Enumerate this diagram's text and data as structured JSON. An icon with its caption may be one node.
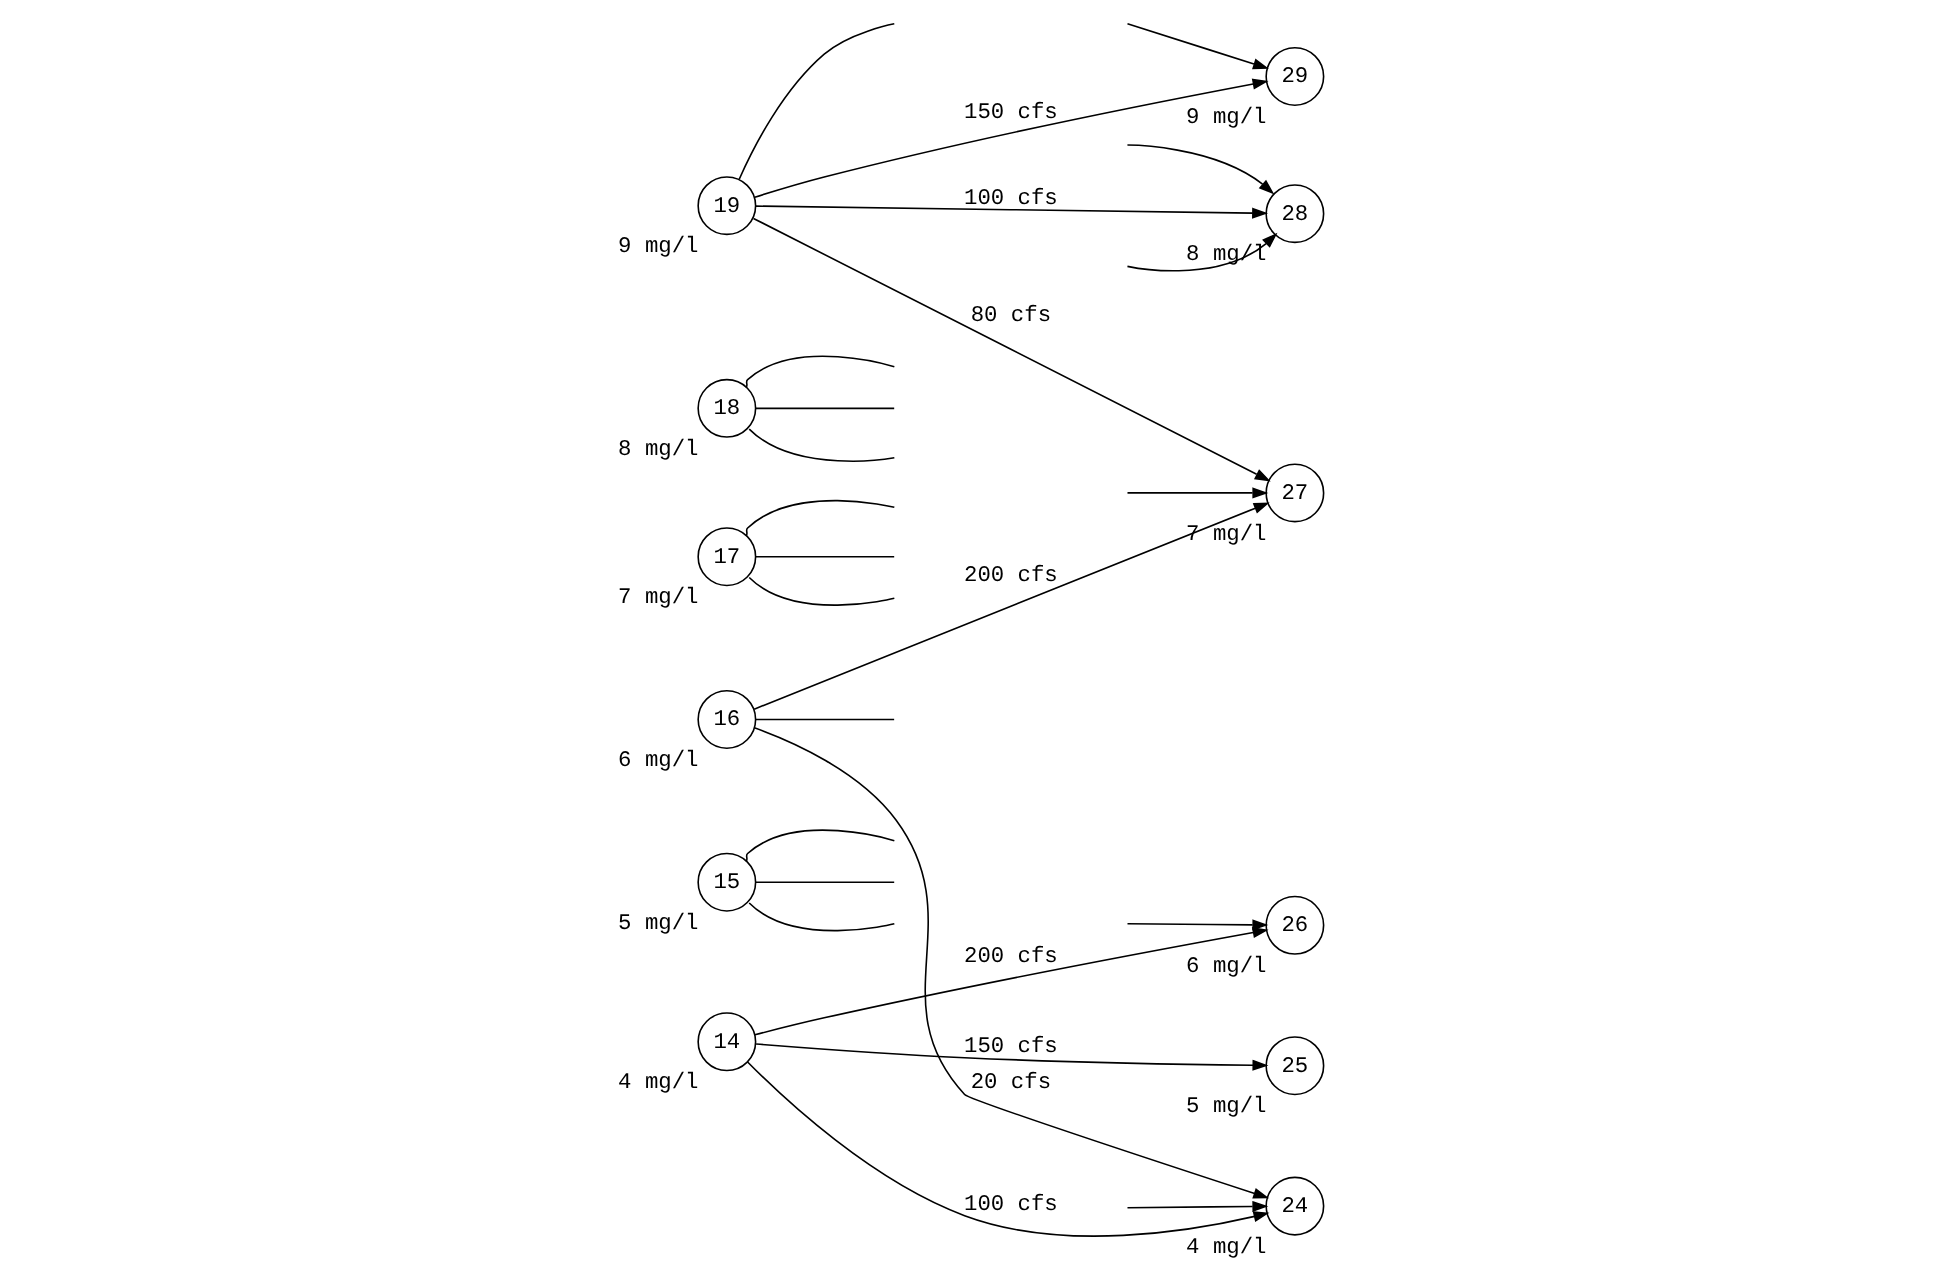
{
  "diagram": {
    "nodes": [
      {
        "text": [
          "19"
        ],
        "beside": [
          "9 mg/l"
        ]
      },
      {
        "text": [
          "18"
        ],
        "beside": [
          "8 mg/l"
        ]
      },
      {
        "text": [
          "17"
        ],
        "beside": [
          "7 mg/l"
        ]
      },
      {
        "text": [
          "16"
        ],
        "beside": [
          "6 mg/l"
        ]
      },
      {
        "text": [
          "15"
        ],
        "beside": [
          "5 mg/l"
        ]
      },
      {
        "text": [
          "14"
        ],
        "beside": [
          "4 mg/l"
        ]
      },
      {
        "text": [
          "29"
        ],
        "beside": [
          "9 mg/l"
        ]
      },
      {
        "text": [
          "28"
        ],
        "beside": [
          "8 mg/l"
        ]
      },
      {
        "text": [
          "27"
        ],
        "beside": [
          "7 mg/l"
        ]
      },
      {
        "text": [
          "26"
        ],
        "beside": [
          "6 mg/l"
        ]
      },
      {
        "text": [
          "25"
        ],
        "beside": [
          "5 mg/l"
        ]
      },
      {
        "text": [
          "24"
        ],
        "beside": [
          "4 mg/l"
        ]
      }
    ],
    "edges": [
      {
        "from": 0,
        "to": 6,
        "arrow": "to",
        "label": "150 cfs"
      },
      {
        "from": 0,
        "to": 7,
        "arrow": "to",
        "label": "100 cfs"
      },
      {
        "from": 0,
        "to": 8,
        "arrow": "to",
        "label": "80 cfs"
      },
      {
        "from": 0,
        "to": null,
        "arrow": "none"
      },
      {
        "from": 1,
        "to": null,
        "arrow": "none"
      },
      {
        "from": 1,
        "to": null,
        "arrow": "none"
      },
      {
        "from": 1,
        "to": null,
        "arrow": "none"
      },
      {
        "from": 2,
        "to": null,
        "arrow": "none"
      },
      {
        "from": 2,
        "to": null,
        "arrow": "none"
      },
      {
        "from": 2,
        "to": null,
        "arrow": "none"
      },
      {
        "from": 3,
        "to": null,
        "arrow": "none"
      },
      {
        "from": 3,
        "to": 8,
        "arrow": "to",
        "label": "200 cfs"
      },
      {
        "from": 3,
        "to": 11,
        "arrow": "to",
        "label": "20 cfs"
      },
      {
        "from": 4,
        "to": null,
        "arrow": "none"
      },
      {
        "from": 4,
        "to": null,
        "arrow": "none"
      },
      {
        "from": 4,
        "to": null,
        "arrow": "none"
      },
      {
        "from": 5,
        "to": 9,
        "arrow": "to",
        "label": "200 cfs"
      },
      {
        "from": 5,
        "to": 10,
        "arrow": "to",
        "label": "150 cfs"
      },
      {
        "from": 5,
        "to": 11,
        "arrow": "to",
        "label": "100 cfs"
      },
      {
        "from": null,
        "to": 6,
        "arrow": "to"
      },
      {
        "from": null,
        "to": 7,
        "arrow": "to"
      },
      {
        "from": null,
        "to": 7,
        "arrow": "to"
      },
      {
        "from": null,
        "to": 8,
        "arrow": "to"
      },
      {
        "from": null,
        "to": 9,
        "arrow": "to"
      },
      {
        "from": null,
        "to": 11,
        "arrow": "to"
      }
    ]
  }
}
